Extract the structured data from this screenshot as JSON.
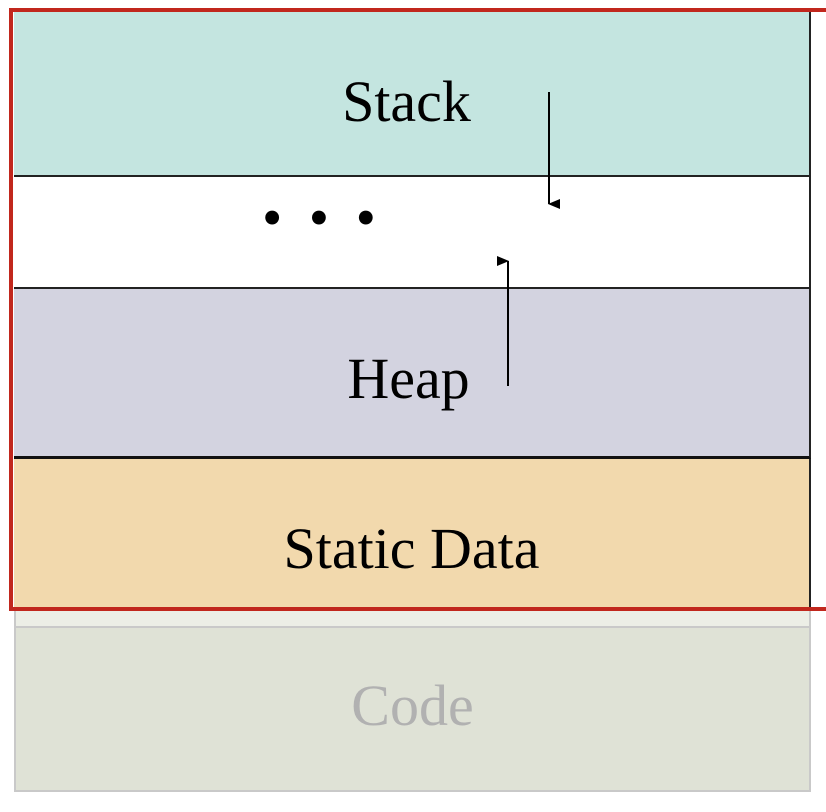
{
  "segments": {
    "stack": "Stack",
    "gap": "• • •",
    "heap": "Heap",
    "static_data": "Static Data",
    "code": "Code"
  },
  "colors": {
    "stack": "#c4e5e0",
    "heap": "#d3d3e0",
    "static_data": "#f2d9ad",
    "code": "#dfe2d6",
    "highlight": "#c1271d"
  },
  "arrows": {
    "stack_growth": "down",
    "heap_growth": "up"
  }
}
